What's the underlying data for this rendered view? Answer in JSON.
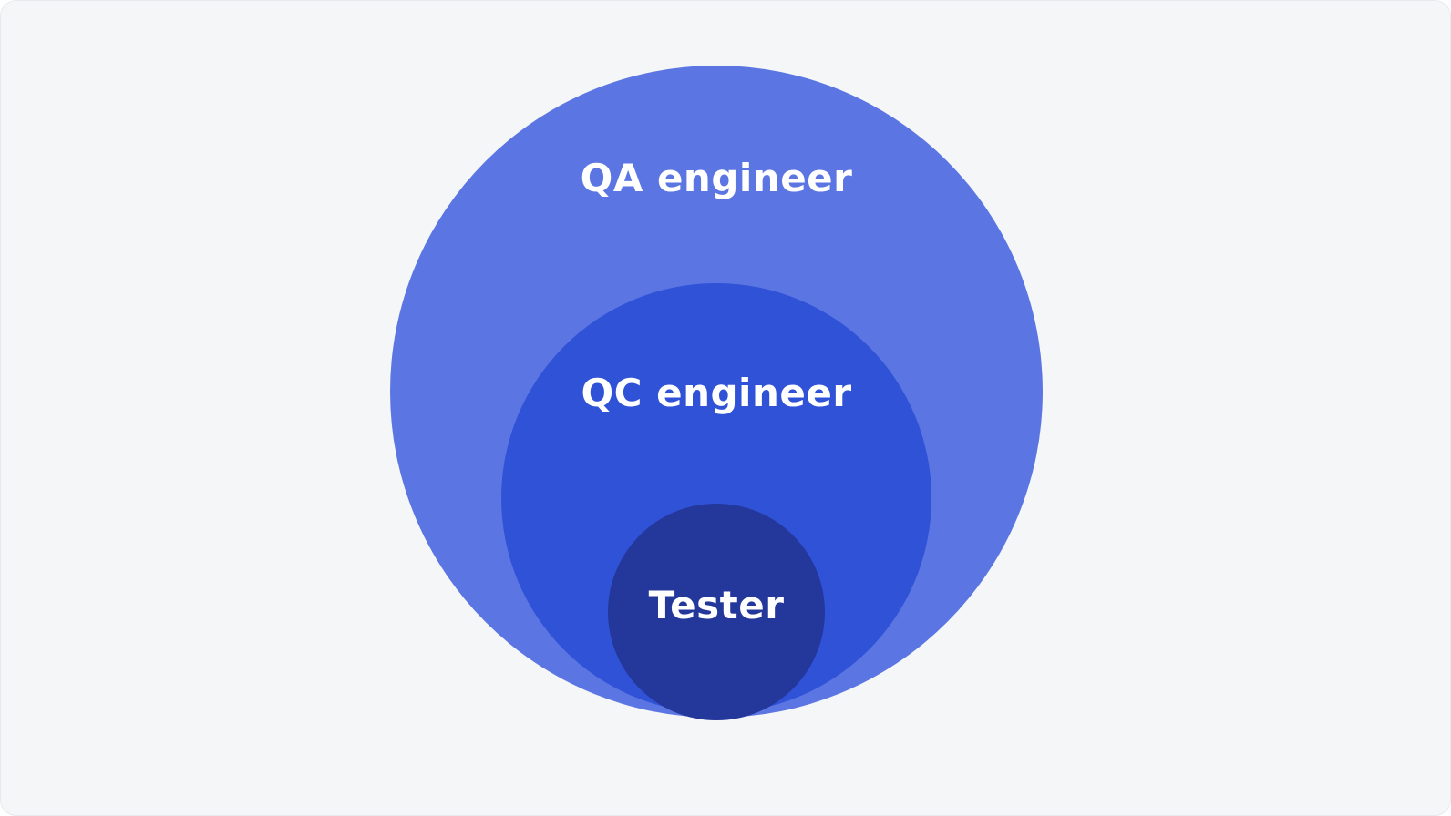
{
  "canvas": {
    "background_color": "#f5f6f8",
    "border_color": "#e7e9ee"
  },
  "diagram": {
    "type": "nested-circles",
    "text_color": "#ffffff",
    "layers": [
      {
        "label": "QA engineer",
        "color": "#5b75e3",
        "level": "outer"
      },
      {
        "label": "QC engineer",
        "color": "#2f52d7",
        "level": "middle"
      },
      {
        "label": "Tester",
        "color": "#24389b",
        "level": "inner"
      }
    ]
  }
}
